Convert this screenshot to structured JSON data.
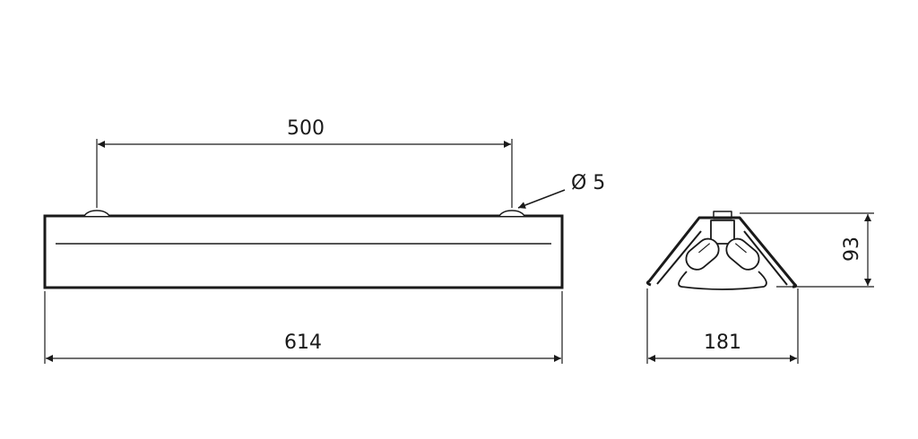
{
  "front_view": {
    "mounting_distance": "500",
    "hole_diameter": "Ø 5",
    "overall_length": "614"
  },
  "side_view": {
    "width": "181",
    "height": "93"
  },
  "colors": {
    "line": "#1a1a1a",
    "background": "#ffffff"
  }
}
